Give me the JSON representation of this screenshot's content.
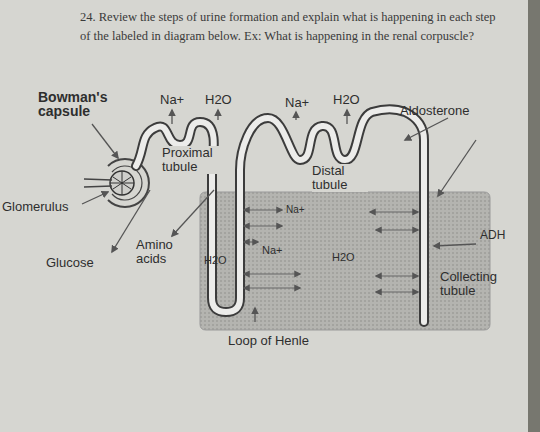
{
  "diagram": {
    "title": "24. Review the steps of urine formation and explain what is happening in each step of the labeled in diagram below. Ex: What is happening in the renal corpuscle?",
    "labels": [
      "Bowman's capsule",
      "Na+",
      "H2O",
      "Na+",
      "H2O",
      "Aldosterone",
      "Proximal tubule",
      "Distal tubule",
      "Glomerulus",
      "Amino acids",
      "Glucose",
      "Na+",
      "H2O",
      "Na+",
      "H2O",
      "ADH",
      "Collecting tubule",
      "Loop of Henle"
    ]
  }
}
